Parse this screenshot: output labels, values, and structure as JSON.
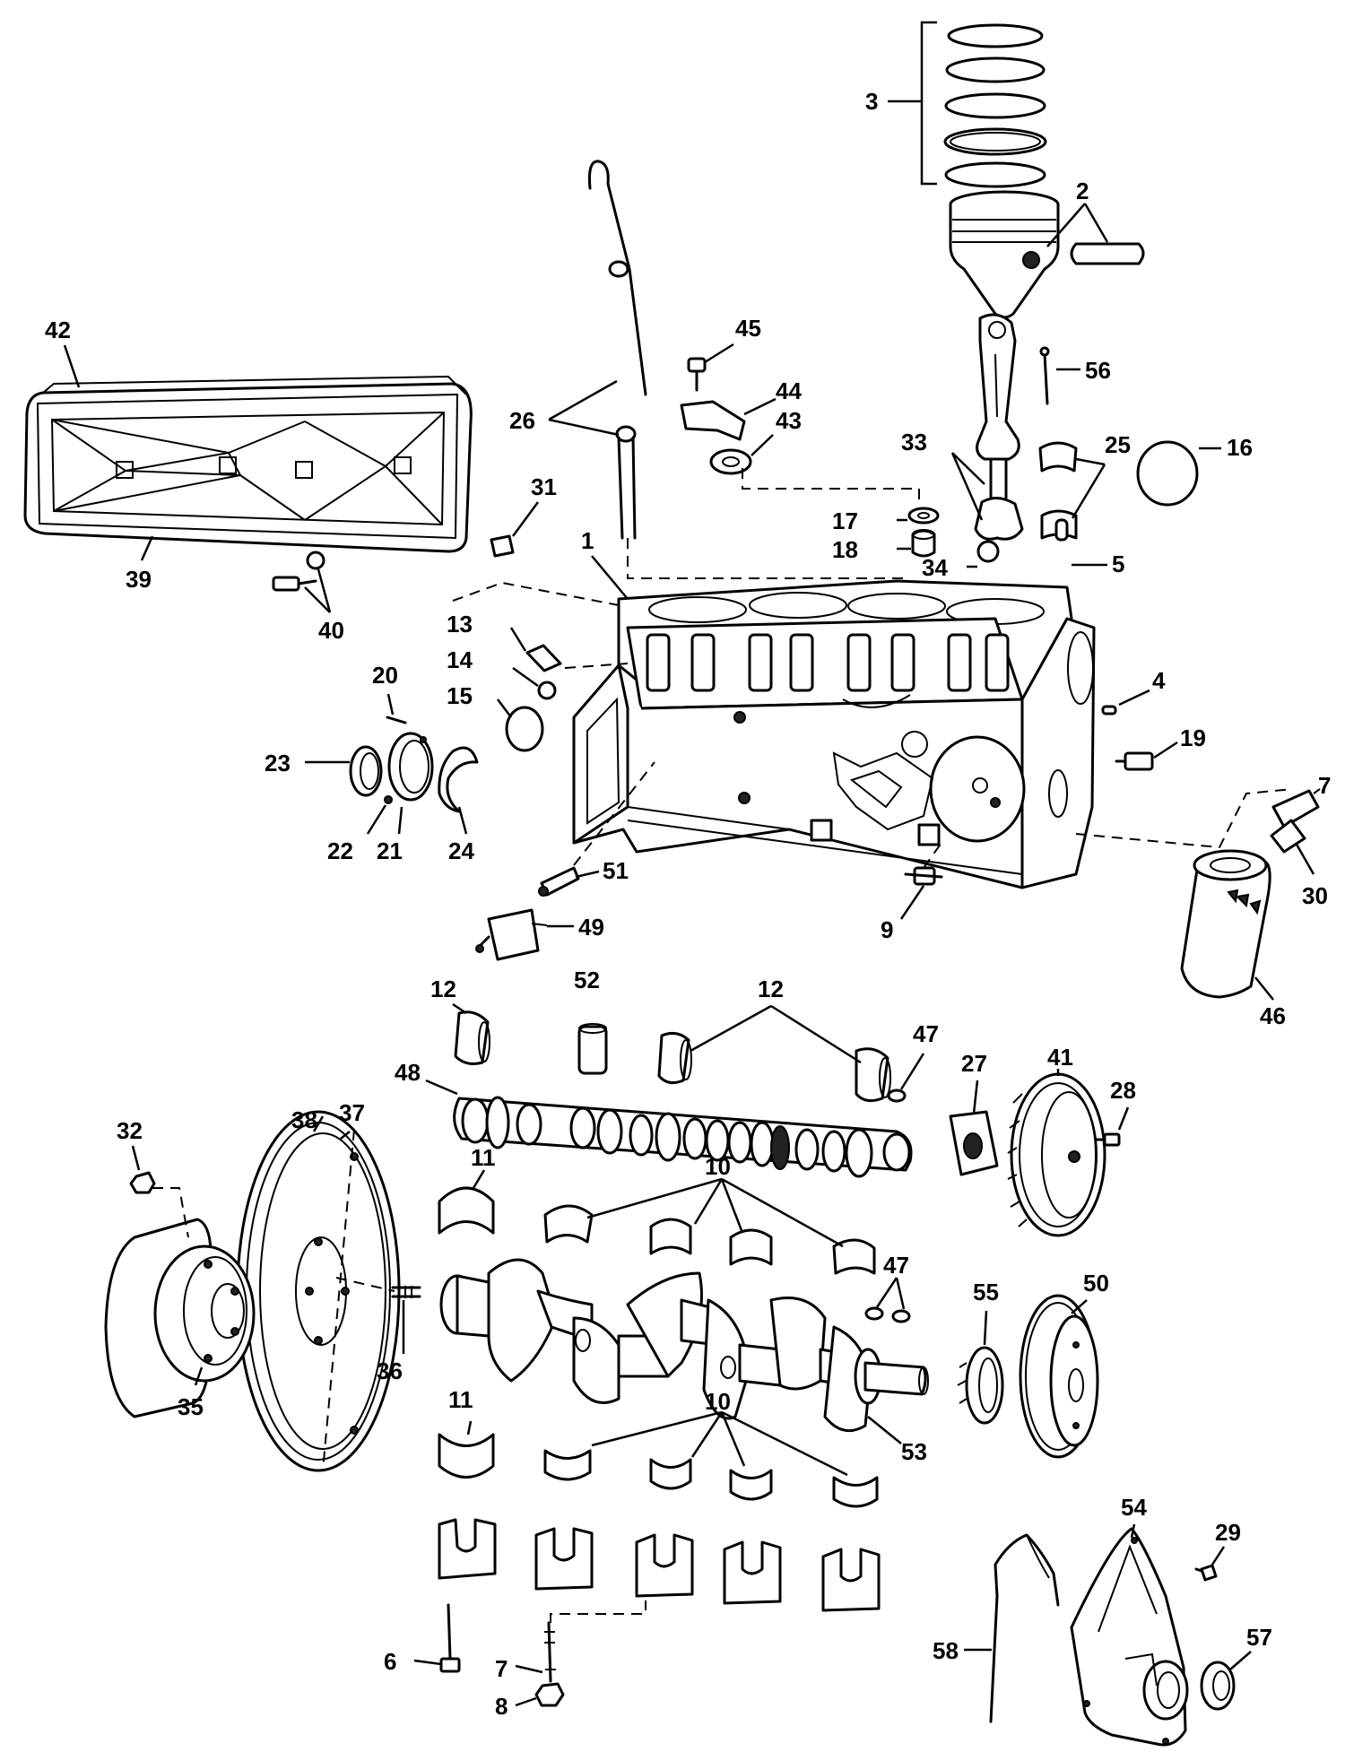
{
  "diagram": {
    "callouts": [
      {
        "id": "c1",
        "text": "1"
      },
      {
        "id": "c2",
        "text": "2"
      },
      {
        "id": "c3",
        "text": "3"
      },
      {
        "id": "c4",
        "text": "4"
      },
      {
        "id": "c5",
        "text": "5"
      },
      {
        "id": "c6",
        "text": "6"
      },
      {
        "id": "c7a",
        "text": "7"
      },
      {
        "id": "c7b",
        "text": "7"
      },
      {
        "id": "c8",
        "text": "8"
      },
      {
        "id": "c9",
        "text": "9"
      },
      {
        "id": "c10a",
        "text": "10"
      },
      {
        "id": "c10b",
        "text": "10"
      },
      {
        "id": "c11a",
        "text": "11"
      },
      {
        "id": "c11b",
        "text": "11"
      },
      {
        "id": "c12a",
        "text": "12"
      },
      {
        "id": "c12b",
        "text": "12"
      },
      {
        "id": "c13",
        "text": "13"
      },
      {
        "id": "c14",
        "text": "14"
      },
      {
        "id": "c15",
        "text": "15"
      },
      {
        "id": "c16",
        "text": "16"
      },
      {
        "id": "c17",
        "text": "17"
      },
      {
        "id": "c18",
        "text": "18"
      },
      {
        "id": "c19",
        "text": "19"
      },
      {
        "id": "c20",
        "text": "20"
      },
      {
        "id": "c21",
        "text": "21"
      },
      {
        "id": "c22",
        "text": "22"
      },
      {
        "id": "c23",
        "text": "23"
      },
      {
        "id": "c24",
        "text": "24"
      },
      {
        "id": "c25",
        "text": "25"
      },
      {
        "id": "c26",
        "text": "26"
      },
      {
        "id": "c27",
        "text": "27"
      },
      {
        "id": "c28",
        "text": "28"
      },
      {
        "id": "c29",
        "text": "29"
      },
      {
        "id": "c30",
        "text": "30"
      },
      {
        "id": "c31",
        "text": "31"
      },
      {
        "id": "c32",
        "text": "32"
      },
      {
        "id": "c33",
        "text": "33"
      },
      {
        "id": "c34",
        "text": "34"
      },
      {
        "id": "c35",
        "text": "35"
      },
      {
        "id": "c36",
        "text": "36"
      },
      {
        "id": "c37",
        "text": "37"
      },
      {
        "id": "c38",
        "text": "38"
      },
      {
        "id": "c39",
        "text": "39"
      },
      {
        "id": "c40",
        "text": "40"
      },
      {
        "id": "c41",
        "text": "41"
      },
      {
        "id": "c42",
        "text": "42"
      },
      {
        "id": "c43",
        "text": "43"
      },
      {
        "id": "c44",
        "text": "44"
      },
      {
        "id": "c45",
        "text": "45"
      },
      {
        "id": "c46",
        "text": "46"
      },
      {
        "id": "c47a",
        "text": "47"
      },
      {
        "id": "c47b",
        "text": "47"
      },
      {
        "id": "c48",
        "text": "48"
      },
      {
        "id": "c49",
        "text": "49"
      },
      {
        "id": "c50",
        "text": "50"
      },
      {
        "id": "c51",
        "text": "51"
      },
      {
        "id": "c52",
        "text": "52"
      },
      {
        "id": "c53",
        "text": "53"
      },
      {
        "id": "c54",
        "text": "54"
      },
      {
        "id": "c55",
        "text": "55"
      },
      {
        "id": "c56",
        "text": "56"
      },
      {
        "id": "c57",
        "text": "57"
      },
      {
        "id": "c58",
        "text": "58"
      }
    ]
  }
}
